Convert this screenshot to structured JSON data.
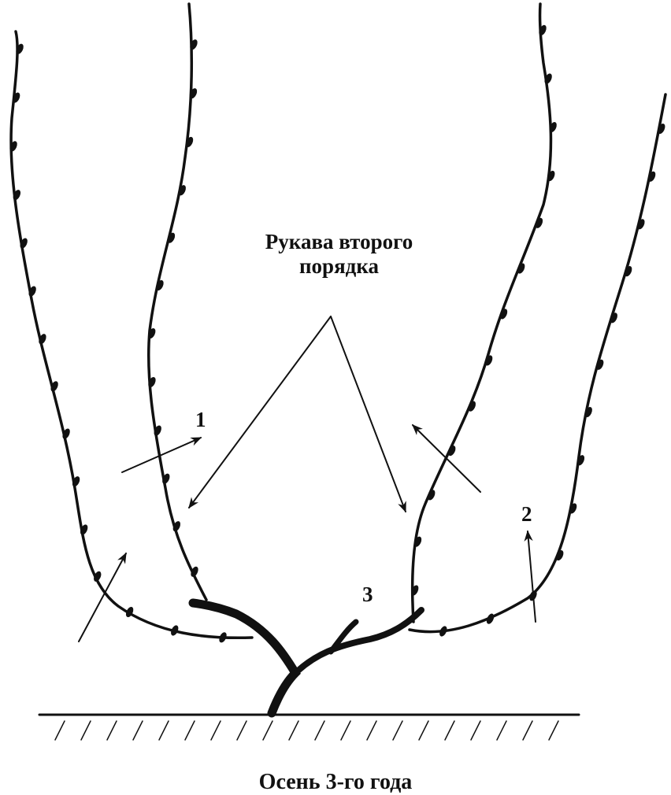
{
  "diagram": {
    "label_arms": "Рукава второго порядка",
    "marker_1": "1",
    "marker_2": "2",
    "marker_3": "3",
    "caption": "Осень 3-го года"
  }
}
